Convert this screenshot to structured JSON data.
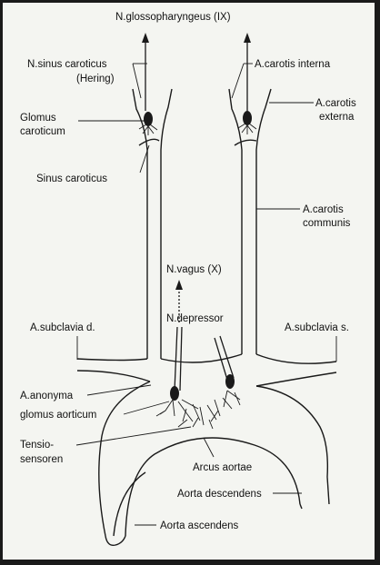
{
  "labels": {
    "n_glosso": "N.glossopharyngeus (IX)",
    "n_sinus_1": "N.sinus caroticus",
    "n_sinus_2": "(Hering)",
    "a_carotis_interna": "A.carotis interna",
    "glomus_car_1": "Glomus",
    "glomus_car_2": "caroticum",
    "a_carotis_externa_1": "A.carotis",
    "a_carotis_externa_2": "externa",
    "sinus_car": "Sinus caroticus",
    "a_carotis_comm_1": "A.carotis",
    "a_carotis_comm_2": "communis",
    "n_vagus": "N.vagus (X)",
    "n_depressor": "N.depressor",
    "a_subclavia_d": "A.subclavia d.",
    "a_subclavia_s": "A.subclavia s.",
    "a_anonyma": "A.anonyma",
    "glomus_aort": "glomus aorticum",
    "tensio_1": "Tensio-",
    "tensio_2": "sensoren",
    "arcus": "Arcus aortae",
    "aorta_desc": "Aorta descendens",
    "aorta_asc": "Aorta ascendens"
  }
}
